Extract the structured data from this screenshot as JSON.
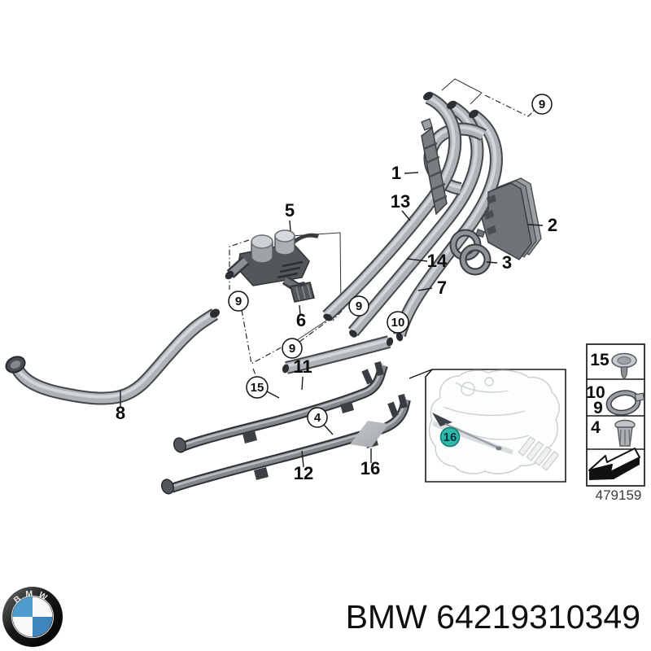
{
  "document_type": "parts-diagram",
  "callouts": {
    "plain": {
      "p1": "1",
      "p2": "2",
      "p3": "3",
      "p5": "5",
      "p6": "6",
      "p7": "7",
      "p8": "8",
      "p11": "11",
      "p12": "12",
      "p13": "13",
      "p14": "14",
      "p16": "16"
    },
    "circled": {
      "c9_top": "9",
      "c9_left": "9",
      "c9_mid": "9",
      "c9_right": "9",
      "c10": "10",
      "c15": "15",
      "c4": "4"
    },
    "inset": {
      "c16": "16"
    }
  },
  "legend_table": {
    "rows": [
      {
        "labels": [
          "15"
        ],
        "icon": "push-rivet-icon"
      },
      {
        "labels": [
          "10",
          "9"
        ],
        "icon": "hose-clamp-icon"
      },
      {
        "labels": [
          "4"
        ],
        "icon": "expanding-rivet-icon"
      },
      {
        "labels": [],
        "icon": "direction-arrow-icon"
      }
    ],
    "diagram_code": "479159"
  },
  "footer": {
    "logo_letters": "BMW",
    "part_number": "BMW 64219310349"
  },
  "colors": {
    "accent_teal": "#2fb7a9",
    "hose_gray": "#aeb3b6",
    "pipe_gray": "#83888c",
    "logo_blue": "#4795c8"
  }
}
